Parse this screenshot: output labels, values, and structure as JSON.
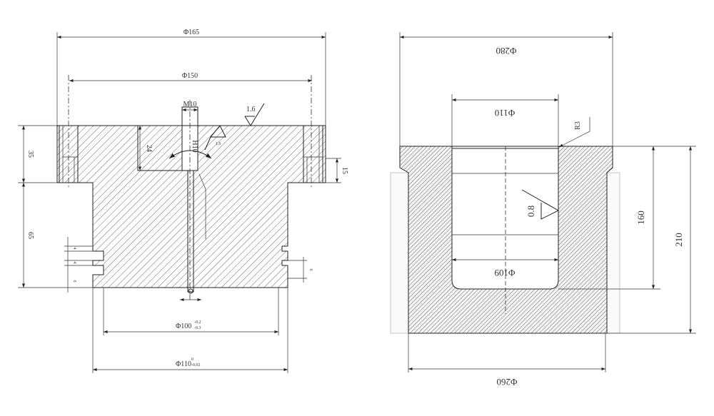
{
  "left_view": {
    "dims": {
      "d165": "Φ165",
      "d150": "Φ150",
      "m10": "M10",
      "roughness_top": "1.6",
      "roughness_cone": "1.6",
      "depth24": "24",
      "tol_h": "H10",
      "h35": "35",
      "h15": "15",
      "h65": "65",
      "g1": "4",
      "g2": "4",
      "g3": "6",
      "g_right": "6",
      "d100": "Φ100",
      "d100_upper": "-0.2",
      "d100_lower": "-0.3",
      "d110": "Φ110",
      "d110_upper": "0",
      "d110_lower": "-0.02"
    }
  },
  "right_view": {
    "dims": {
      "d280": "Φ280",
      "d110": "Φ110",
      "r3": "R3",
      "roughness": "0.8",
      "d109": "Φ109",
      "h160": "160",
      "h210": "210",
      "d260": "Φ260"
    }
  }
}
